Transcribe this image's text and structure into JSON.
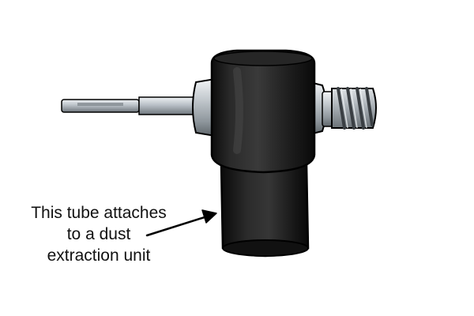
{
  "caption": {
    "lines": [
      "This tube attaches",
      "to a dust",
      "extraction unit"
    ]
  },
  "colors": {
    "background": "#ffffff",
    "body": "#1b1b1b",
    "metal": "#b9c0c7",
    "outline": "#000000",
    "text": "#111111"
  },
  "icons": {
    "arrow": "arrow-up-right-icon"
  }
}
